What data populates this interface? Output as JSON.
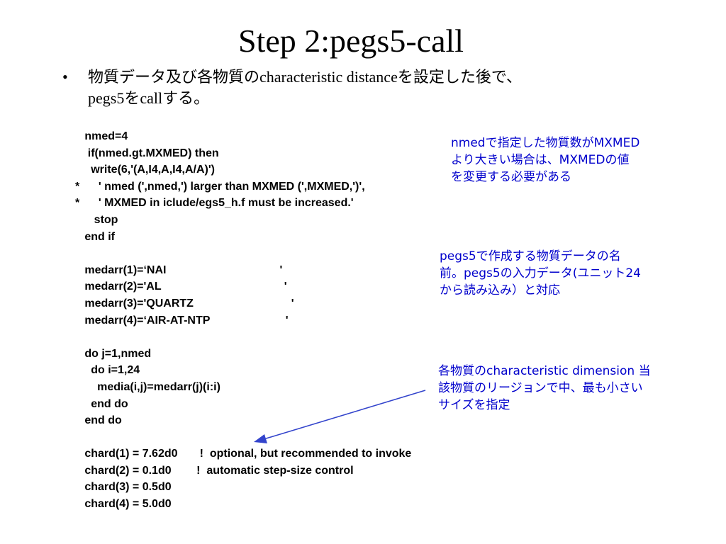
{
  "title": "Step 2:pegs5-call",
  "bullet": {
    "marker": "•",
    "lines": [
      "物質データ及び各物質のcharacteristic distanceを設定した後で、",
      "pegs5をcallする。"
    ]
  },
  "code_lines": [
    "   nmed=4",
    "    if(nmed.gt.MXMED) then",
    "     write(6,'(A,I4,A,I4,A/A)')",
    "*      ' nmed (',nmed,') larger than MXMED (',MXMED,')',",
    "*      ' MXMED in iclude/egs5_h.f must be increased.'",
    "      stop",
    "   end if",
    "",
    "   medarr(1)=‘NAI                                    '",
    "   medarr(2)='AL                                       '",
    "   medarr(3)='QUARTZ                               '",
    "   medarr(4)=‘AIR-AT-NTP                        '",
    "",
    "   do j=1,nmed",
    "     do i=1,24",
    "       media(i,j)=medarr(j)(i:i)",
    "     end do",
    "   end do",
    "",
    "   chard(1) = 7.62d0       !  optional, but recommended to invoke",
    "   chard(2) = 0.1d0        !  automatic step-size control",
    "   chard(3) = 0.5d0",
    "   chard(4) = 5.0d0"
  ],
  "notes": {
    "note1": [
      "nmedで指定した物質数がMXMED",
      "より大きい場合は、MXMEDの値",
      "を変更する必要がある"
    ],
    "note2": [
      "pegs5で作成する物質データの名",
      "前。pegs5の入力データ(ユニット24",
      "から読み込み）と対応"
    ],
    "note3": [
      "各物質のcharacteristic dimension 当",
      "該物質のリージョンで中、最も小さい",
      "サイズを指定"
    ]
  },
  "colors": {
    "note_text": "#0000cc",
    "arrow": "#3344cc"
  }
}
